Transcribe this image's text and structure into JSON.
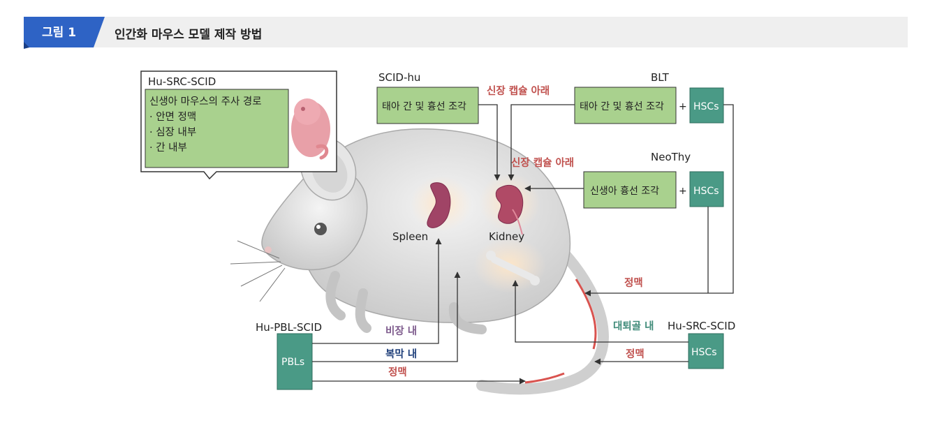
{
  "header": {
    "figure_label": "그림 1",
    "title": "인간화 마우스 모델 제작 방법"
  },
  "models": {
    "hu_src_scid_top": {
      "name": "Hu-SRC-SCID",
      "heading": "신생아 마우스의 주사 경로",
      "routes": [
        "· 안면 정맥",
        "· 심장 내부",
        "· 간 내부"
      ]
    },
    "scid_hu": {
      "name": "SCID-hu",
      "tissue": "태아 간 및 흉선 조각"
    },
    "blt": {
      "name": "BLT",
      "tissue": "태아 간 및 흉선 조각",
      "plus": "+",
      "cells": "HSCs"
    },
    "neothy": {
      "name": "NeoThy",
      "tissue": "신생아 흉선 조각",
      "plus": "+",
      "cells": "HSCs"
    },
    "hu_pbl_scid": {
      "name": "Hu-PBL-SCID",
      "cells": "PBLs"
    },
    "hu_src_scid_bottom": {
      "name": "Hu-SRC-SCID",
      "cells": "HSCs"
    }
  },
  "routes": {
    "kidney_capsule_1": "신장 캡슐 아래",
    "kidney_capsule_2": "신장 캡슐 아래",
    "vein_right": "정맥",
    "bone_marrow": "대퇴골 내",
    "vein_bottom_right": "정맥",
    "intrasplenic": "비장 내",
    "intraperitoneal": "복막 내",
    "vein_bottom_left": "정맥"
  },
  "organs": {
    "spleen": "Spleen",
    "kidney": "Kidney"
  },
  "colors": {
    "tissue_box": "#a9d18e",
    "cell_box": "#4a9a86",
    "route_red": "#c0504d",
    "route_purple": "#7d5a8c",
    "route_navy": "#1f3f7a",
    "route_green": "#3e8a78",
    "tab_blue": "#2e63c5"
  }
}
